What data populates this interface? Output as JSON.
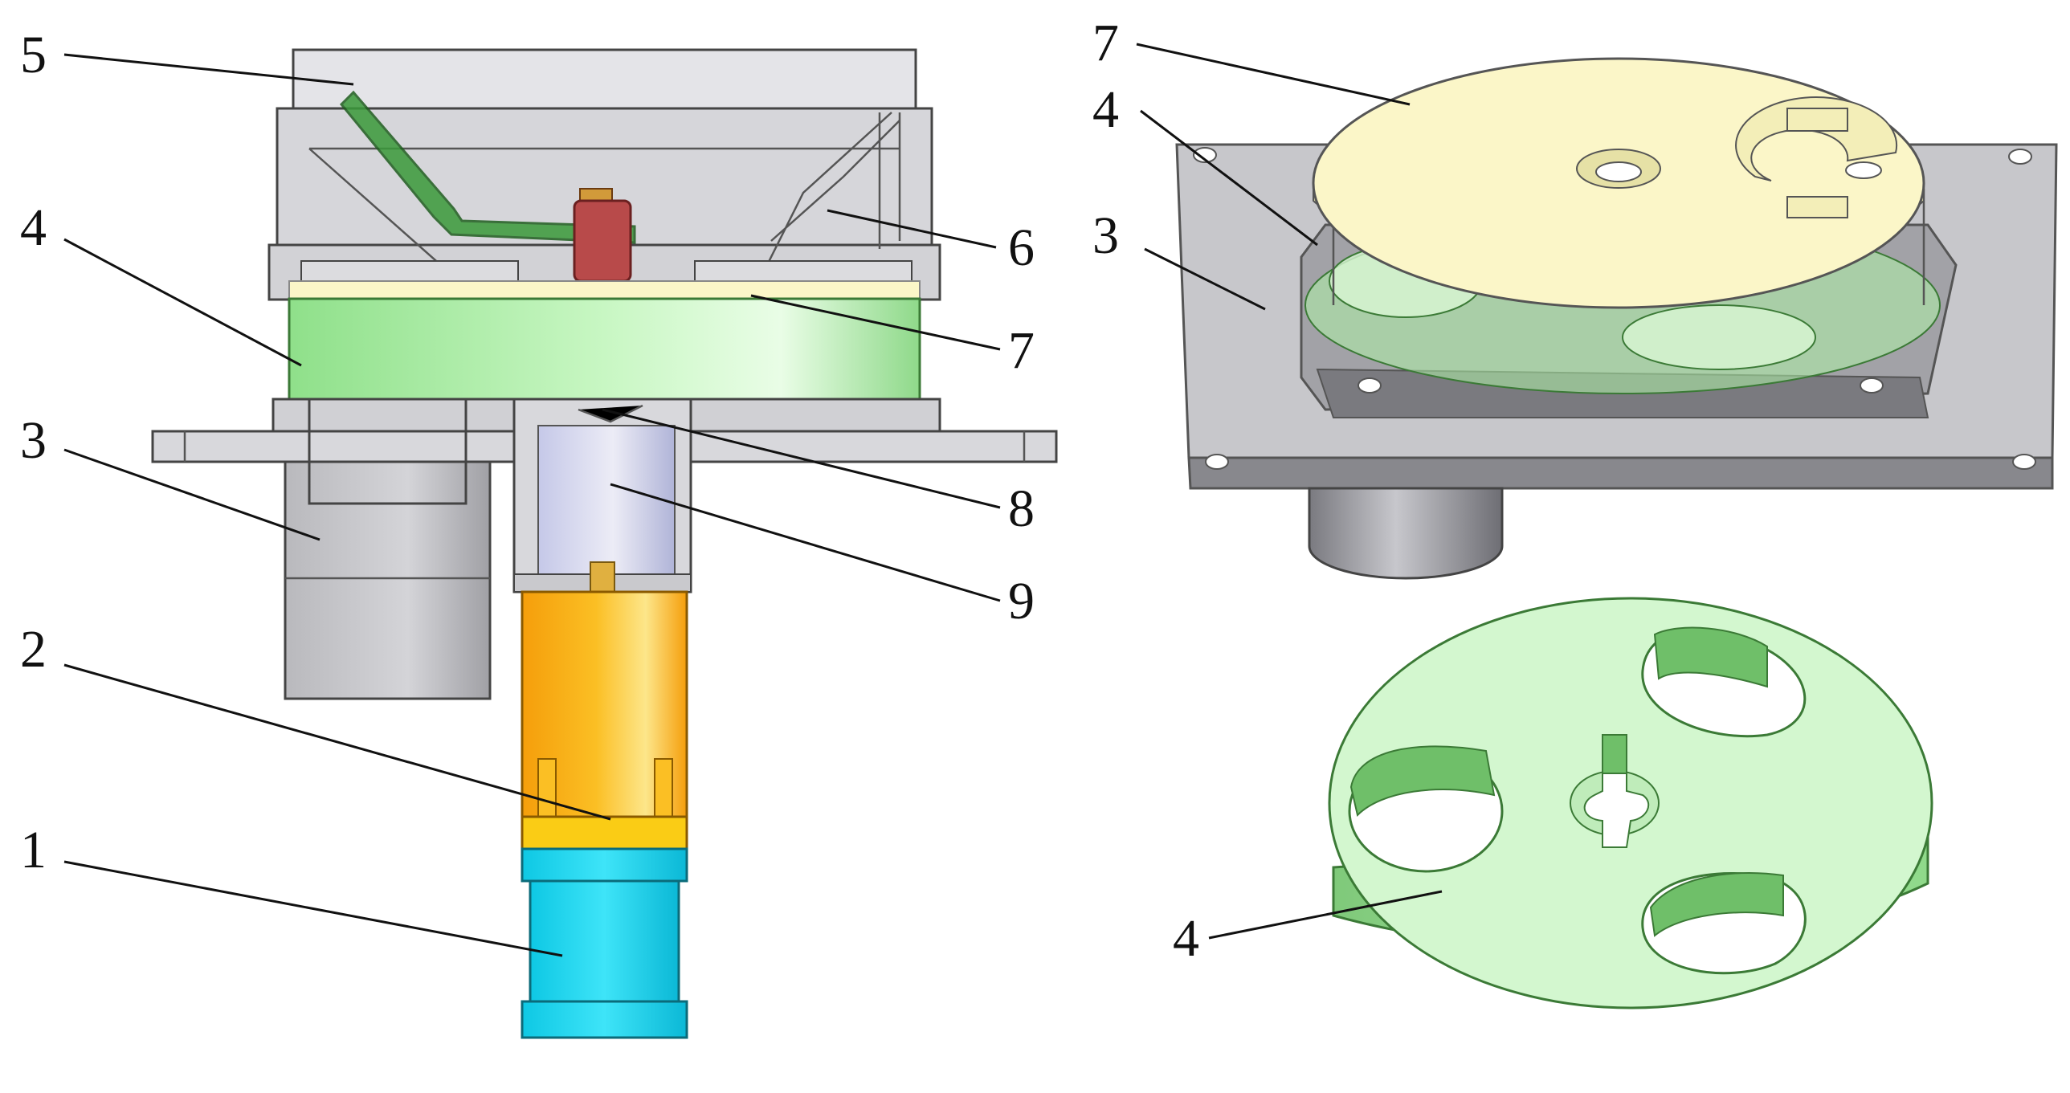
{
  "labels": {
    "left": [
      "5",
      "4",
      "3",
      "2",
      "1",
      "6",
      "7",
      "8",
      "9"
    ],
    "right_top": [
      "7",
      "4",
      "3"
    ],
    "right_bottom": [
      "4"
    ]
  },
  "colors": {
    "part_1_motor": "#22d3ee",
    "part_2_coupling": "#f59e0b",
    "part_3_base": "#a9a9ad",
    "part_4_disc": "#aef2a8",
    "part_5_tube": "#3a9a3a",
    "part_7_plate": "#fbf6c8",
    "part_8_bracket": "#c9cde6",
    "knob": "#b84a4a"
  }
}
